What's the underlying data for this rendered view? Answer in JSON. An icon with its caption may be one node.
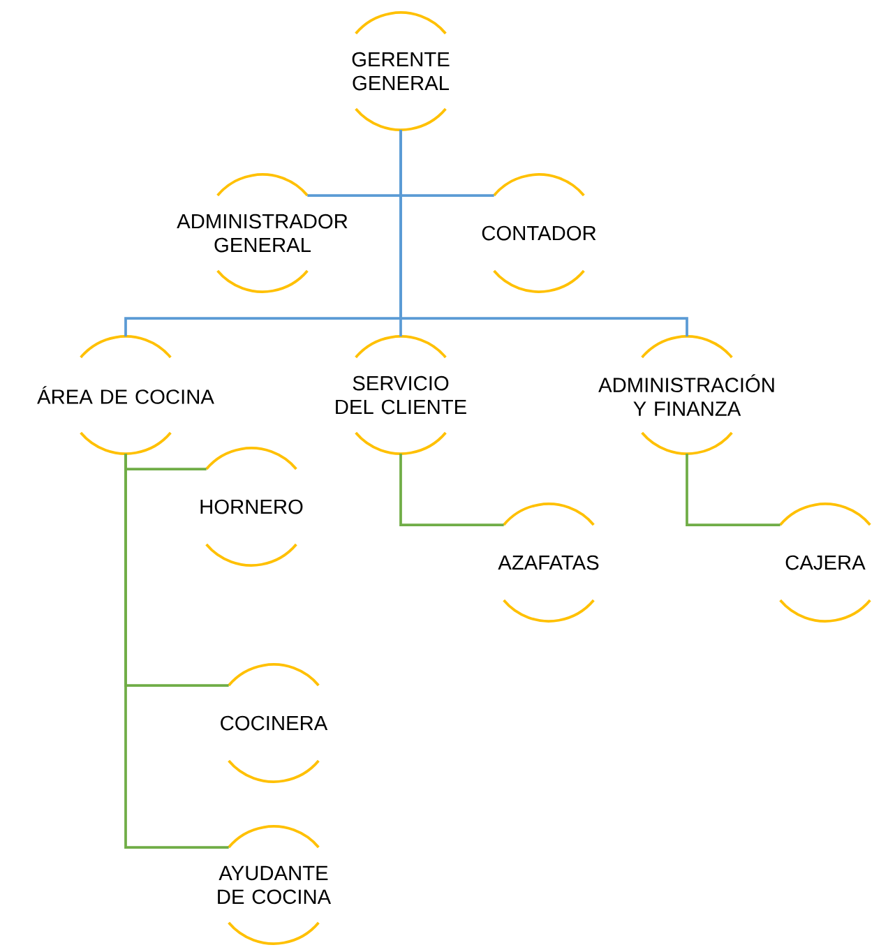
{
  "diagram": {
    "nodes": [
      {
        "text": [
          "GERENTE GENERAL"
        ]
      },
      {
        "text": [
          "ADMINISTRADOR GENERAL"
        ]
      },
      {
        "text": [
          "CONTADOR"
        ]
      },
      {
        "text": [
          "ÁREA DE COCINA"
        ]
      },
      {
        "text": [
          "SERVICIO DEL CLIENTE"
        ]
      },
      {
        "text": [
          "ADMINISTRACIÓN Y FINANZA"
        ]
      },
      {
        "text": [
          "HORNERO"
        ]
      },
      {
        "text": [
          "AZAFATAS"
        ]
      },
      {
        "text": [
          "CAJERA"
        ]
      },
      {
        "text": [
          "COCINERA"
        ]
      },
      {
        "text": [
          "AYUDANTE DE COCINA"
        ]
      }
    ],
    "edges": [
      {
        "from": 0,
        "to": 1,
        "arrow": "none"
      },
      {
        "from": 0,
        "to": 2,
        "arrow": "none"
      },
      {
        "from": 0,
        "to": 3,
        "arrow": "none"
      },
      {
        "from": 0,
        "to": 4,
        "arrow": "none"
      },
      {
        "from": 0,
        "to": 5,
        "arrow": "none"
      },
      {
        "from": 3,
        "to": 6,
        "arrow": "none",
        "color": "#70ad47"
      },
      {
        "from": 3,
        "to": 9,
        "arrow": "none",
        "color": "#70ad47"
      },
      {
        "from": 3,
        "to": 10,
        "arrow": "none",
        "color": "#70ad47"
      },
      {
        "from": 4,
        "to": 7,
        "arrow": "none",
        "color": "#70ad47"
      },
      {
        "from": 5,
        "to": 8,
        "arrow": "none",
        "color": "#70ad47"
      }
    ]
  }
}
